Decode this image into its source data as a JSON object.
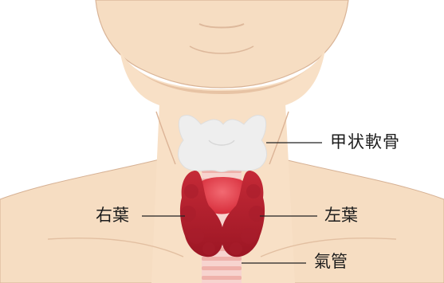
{
  "labels": {
    "thyroid_cartilage": "甲状軟骨",
    "right_lobe": "右葉",
    "left_lobe": "左葉",
    "trachea": "氣管"
  },
  "colors": {
    "skin": "#f6ddc2",
    "skin_outline": "#d6b194",
    "cartilage": "#eeeeee",
    "trachea_ring": "#f3c6c1",
    "thyroid": "#b3202d",
    "isthmus": "#e84b55",
    "label_text": "#1c1c1c"
  }
}
